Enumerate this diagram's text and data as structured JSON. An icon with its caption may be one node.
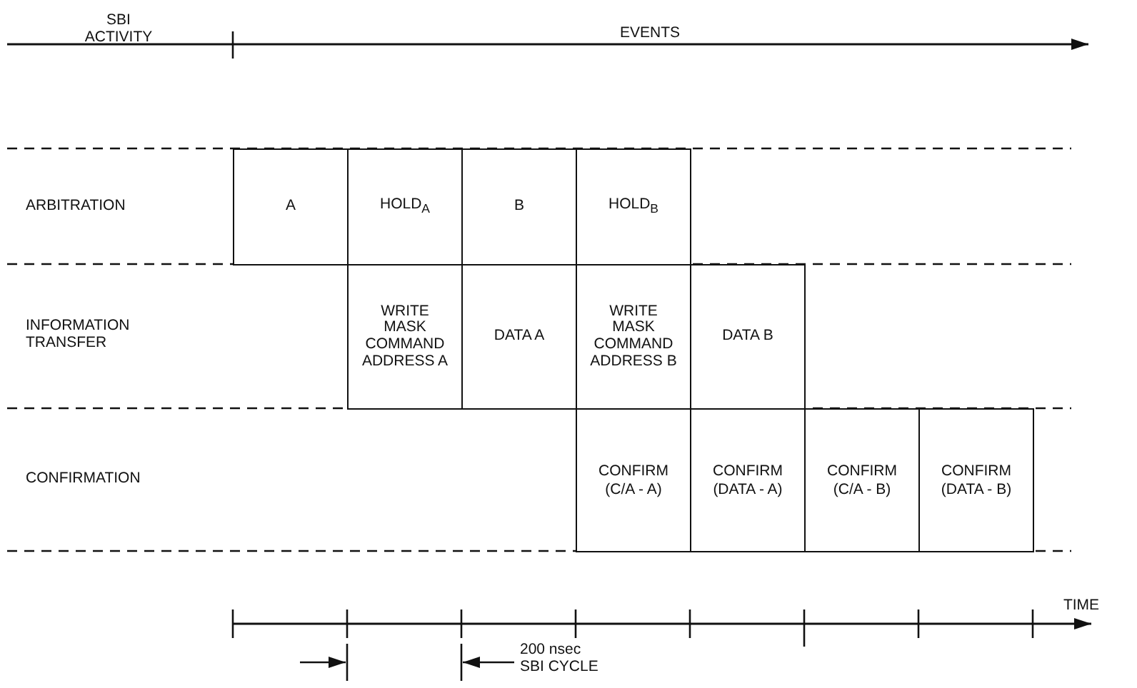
{
  "diagram": {
    "nodes": [
      {
        "text": [
          "A"
        ]
      },
      {
        "text": [
          "HOLD$_{A}$"
        ]
      },
      {
        "text": [
          "B"
        ]
      },
      {
        "text": [
          "HOLD$_{B}$"
        ]
      },
      {
        "text": [
          "WRITE MASK COMMAND ADDRESS A"
        ]
      },
      {
        "text": [
          "DATA A"
        ]
      },
      {
        "text": [
          "WRITE MASK COMMAND ADDRESS B"
        ]
      },
      {
        "text": [
          "DATA B"
        ]
      },
      {
        "text": [
          "CONFIRM (C/A - A)"
        ]
      },
      {
        "text": [
          "CONFIRM (DATA - A)"
        ]
      },
      {
        "text": [
          "CONFIRM (C/A - B)"
        ]
      },
      {
        "text": [
          "CONFIRM (DATA - B)"
        ]
      }
    ],
    "labels": [
      "SBI ACTIVITY",
      "EVENTS",
      "ARBITRATION",
      "INFORMATION TRANSFER",
      "CONFIRMATION",
      "TIME",
      "200 nsec SBI CYCLE"
    ]
  }
}
